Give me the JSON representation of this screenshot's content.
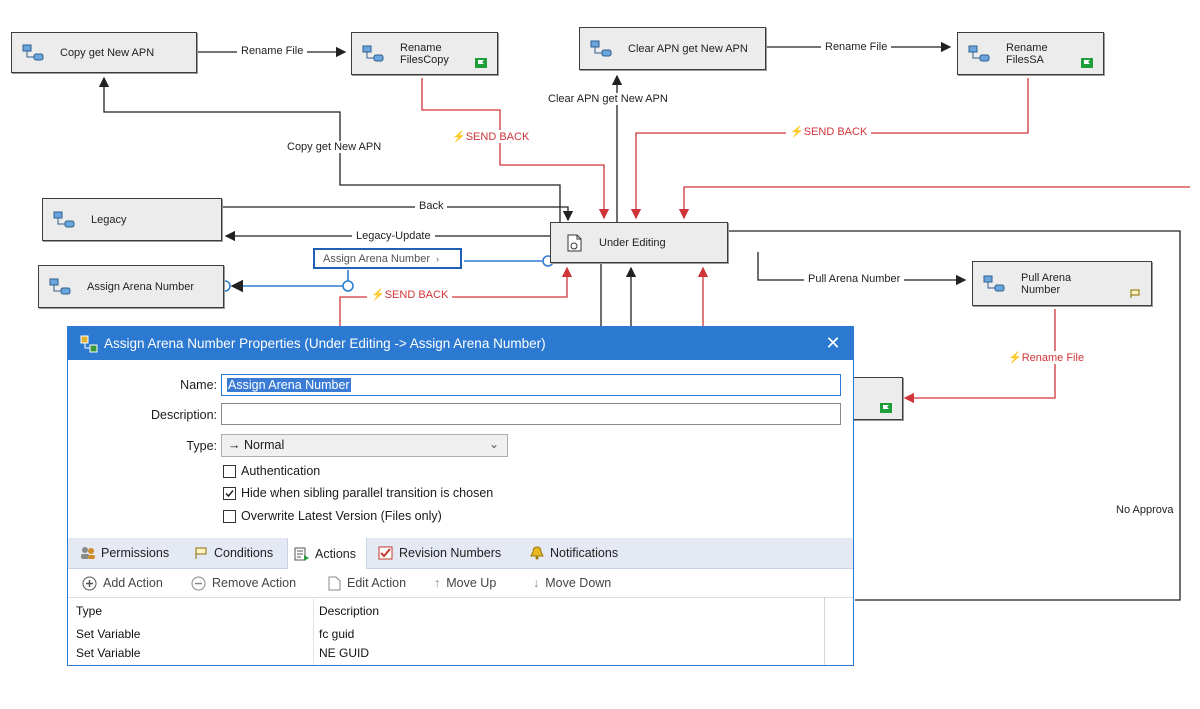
{
  "workflow": {
    "states": {
      "copy_get_new_apn": "Copy get New APN",
      "rename_files_copy": "Rename FilesCopy",
      "clear_apn_get_new_apn": "Clear APN get New APN",
      "rename_files_sa": "Rename FilesSA",
      "legacy": "Legacy",
      "assign_arena_number": "Assign Arena Number",
      "under_editing": "Under Editing",
      "pull_arena_number": "Pull Arena Number"
    },
    "edges": {
      "rename_file_1": "Rename File",
      "rename_file_2": "Rename File",
      "clear_apn_get_new_apn": "Clear APN get New APN",
      "send_back_1": "SEND BACK",
      "send_back_2": "SEND BACK",
      "copy_get_new_apn": "Copy get New APN",
      "back": "Back",
      "legacy_update": "Legacy-Update",
      "assign_arena_number": "Assign Arena Number",
      "send_back_3": "SEND BACK",
      "pull_arena_number": "Pull Arena Number",
      "rename_file_3": "Rename File",
      "no_approval": "No Approva"
    }
  },
  "dialog": {
    "title": "Assign Arena Number Properties (Under Editing -> Assign Arena Number)",
    "close_glyph": "✕",
    "name_label": "Name:",
    "name_value": "Assign Arena Number",
    "description_label": "Description:",
    "description_value": "",
    "type_label": "Type:",
    "type_value": "→ Normal",
    "options": [
      {
        "label": "Authentication",
        "checked": false
      },
      {
        "label": "Hide when sibling parallel transition is chosen",
        "checked": true
      },
      {
        "label": "Overwrite Latest Version (Files only)",
        "checked": false
      }
    ],
    "tabs": [
      "Permissions",
      "Conditions",
      "Actions",
      "Revision Numbers",
      "Notifications"
    ],
    "active_tab": "Actions",
    "toolbar": [
      "Add Action",
      "Remove Action",
      "Edit Action",
      "Move Up",
      "Move Down"
    ],
    "table": {
      "columns": [
        "Type",
        "Description"
      ],
      "rows": [
        [
          "Set Variable",
          "fc guid"
        ],
        [
          "Set Variable",
          "NE GUID"
        ]
      ]
    }
  },
  "colors": {
    "accent": "#2b79d0",
    "send_back": "#d13438",
    "state_fill": "#ececec",
    "flag_green": "#1e9e3a"
  }
}
